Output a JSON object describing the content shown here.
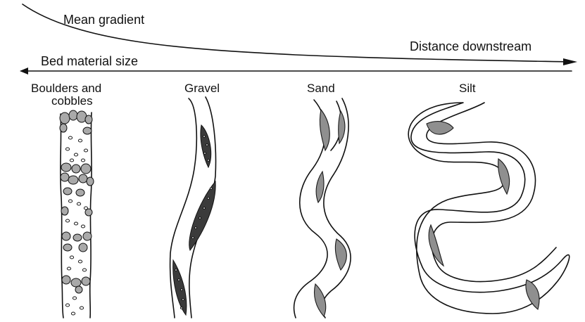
{
  "trends": {
    "gradient_label": "Mean gradient",
    "bed_material_label": "Bed material size",
    "distance_label": "Distance downstream"
  },
  "channel_types": [
    {
      "label": "Boulders and\ncobbles"
    },
    {
      "label": "Gravel"
    },
    {
      "label": "Sand"
    },
    {
      "label": "Silt"
    }
  ],
  "colors": {
    "ink": "#111111",
    "point_bar": "#8f8f8f",
    "gravel_bar": "#3b3b3b",
    "boulder": "#a9a9a9"
  }
}
